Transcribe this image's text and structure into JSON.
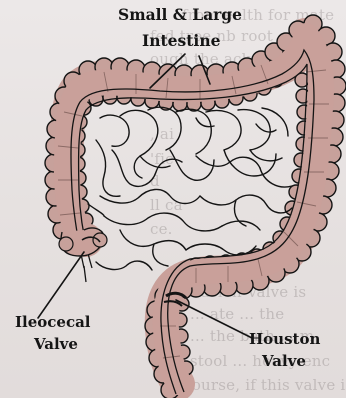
{
  "labels": {
    "title_line1": "Small & Large",
    "title_line2": "Intestine",
    "ileocecal_line1": "Ileocecal",
    "ileocecal_line2": "Valve",
    "houston_line1": "Houston",
    "houston_line2": "Valve"
  },
  "background_text": [
    "from     ealth  for  mate",
    "    fed  tree          nb root  cano",
    "       ough  the     ack.\"",
    "",
    "",
    "                      ,  ai",
    "                    'fic",
    "                  d",
    "                 ll ca",
    "                   ce.",
    "",
    "   usion  Valve  is",
    "     ...  ate  ...  the",
    "  ...  the  bath  ...  m",
    "  ...  stool  ...  heavy  enc",
    "  Of  course,  if  this  valve  is"
  ],
  "colors": {
    "colon_fill": "#c9a09a",
    "outline": "#141414",
    "background": "#e9e4e3"
  }
}
